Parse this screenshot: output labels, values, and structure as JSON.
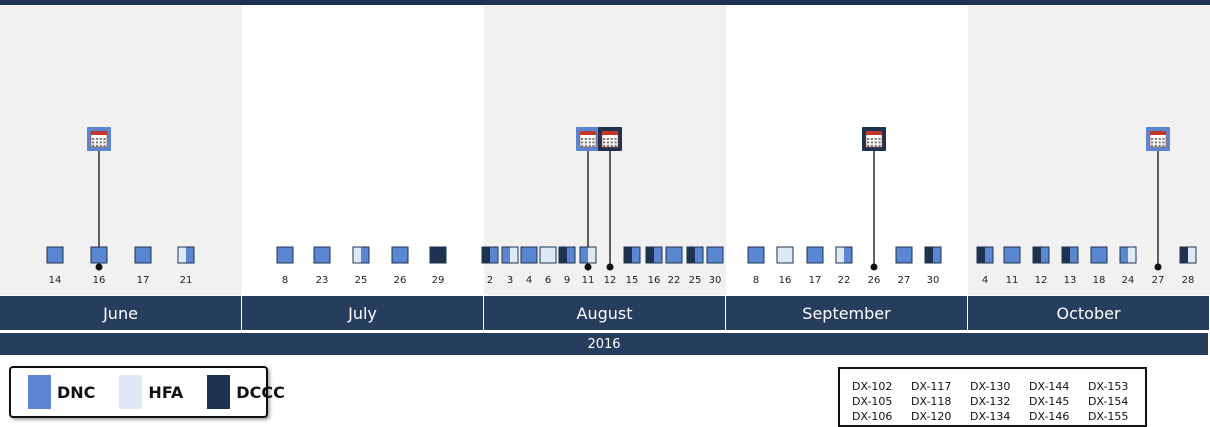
{
  "colors": {
    "dnc": "#5b87d2",
    "hfa": "#dde9f4",
    "dccc": "#1f3350",
    "band_shade": "#f1f1f1",
    "month_bar": "#263d5e"
  },
  "legend": [
    {
      "label": "DNC",
      "color": "#5b87d2"
    },
    {
      "label": "HFA",
      "color": "#dde9f4"
    },
    {
      "label": "DCCC",
      "color": "#1f3350"
    }
  ],
  "year_label": "2016",
  "months": [
    "June",
    "July",
    "August",
    "September",
    "October"
  ],
  "chart_data": {
    "type": "timeline",
    "year": "2016",
    "marker_styles": [
      "dnc",
      "hfa",
      "dccc",
      "dnc-hfa",
      "dccc-dnc",
      "dccc-hfa",
      "hfa-dccc"
    ],
    "months": [
      {
        "name": "June",
        "events": [
          {
            "day": "14",
            "style": "dnc"
          },
          {
            "day": "16",
            "style": "dnc",
            "meeting": "dnc"
          },
          {
            "day": "17",
            "style": "dnc"
          },
          {
            "day": "21",
            "style": "hfa-dnc"
          }
        ]
      },
      {
        "name": "July",
        "events": [
          {
            "day": "8",
            "style": "dnc"
          },
          {
            "day": "23",
            "style": "dnc"
          },
          {
            "day": "25",
            "style": "hfa-dnc"
          },
          {
            "day": "26",
            "style": "dnc"
          },
          {
            "day": "29",
            "style": "dccc"
          }
        ]
      },
      {
        "name": "August",
        "events": [
          {
            "day": "2",
            "style": "dccc-dnc"
          },
          {
            "day": "3",
            "style": "dnc-hfa"
          },
          {
            "day": "4",
            "style": "dnc"
          },
          {
            "day": "6",
            "style": "hfa"
          },
          {
            "day": "9",
            "style": "dccc-dnc"
          },
          {
            "day": "11",
            "style": "dnc-hfa",
            "meeting": "dnc"
          },
          {
            "day": "12",
            "style": "none",
            "meeting": "dccc"
          },
          {
            "day": "15",
            "style": "dccc-dnc"
          },
          {
            "day": "16",
            "style": "dccc-dnc"
          },
          {
            "day": "22",
            "style": "dnc"
          },
          {
            "day": "25",
            "style": "dccc-dnc"
          },
          {
            "day": "30",
            "style": "dnc"
          }
        ]
      },
      {
        "name": "September",
        "events": [
          {
            "day": "8",
            "style": "dnc"
          },
          {
            "day": "16",
            "style": "hfa"
          },
          {
            "day": "17",
            "style": "dnc"
          },
          {
            "day": "22",
            "style": "hfa-dnc"
          },
          {
            "day": "26",
            "style": "none",
            "meeting": "dccc"
          },
          {
            "day": "27",
            "style": "dnc"
          },
          {
            "day": "30",
            "style": "dccc-dnc"
          }
        ]
      },
      {
        "name": "October",
        "events": [
          {
            "day": "4",
            "style": "dccc-dnc"
          },
          {
            "day": "11",
            "style": "dnc"
          },
          {
            "day": "12",
            "style": "dccc-dnc"
          },
          {
            "day": "13",
            "style": "dccc-dnc"
          },
          {
            "day": "18",
            "style": "dnc"
          },
          {
            "day": "24",
            "style": "dnc-hfa"
          },
          {
            "day": "27",
            "style": "none",
            "meeting": "dnc"
          },
          {
            "day": "28",
            "style": "dccc-hfa"
          }
        ]
      }
    ]
  },
  "doc_ids": [
    [
      "DX-102",
      "DX-117",
      "DX-130",
      "DX-144",
      "DX-153"
    ],
    [
      "DX-105",
      "DX-118",
      "DX-132",
      "DX-145",
      "DX-154"
    ],
    [
      "DX-106",
      "DX-120",
      "DX-134",
      "DX-146",
      "DX-155"
    ]
  ]
}
